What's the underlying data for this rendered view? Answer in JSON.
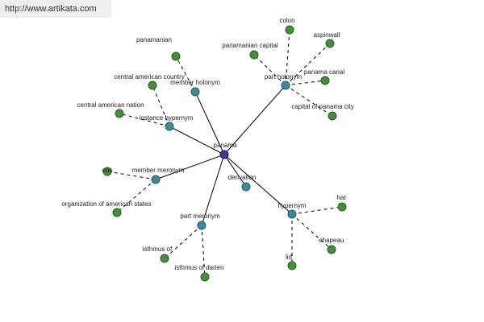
{
  "watermark": {
    "text": "http://www.artikata.com"
  },
  "graph": {
    "center": {
      "id": "panama",
      "label": "panama"
    },
    "relations": [
      {
        "id": "member-holonym",
        "label": "member holonym"
      },
      {
        "id": "part-holonym",
        "label": "part holonym"
      },
      {
        "id": "instance-hypernym",
        "label": "instance hypernym"
      },
      {
        "id": "member-meronym",
        "label": "member meronym"
      },
      {
        "id": "derivation",
        "label": "derivation"
      },
      {
        "id": "part-meronym",
        "label": "part meronym"
      },
      {
        "id": "hypernym",
        "label": "hypernym"
      }
    ],
    "leaves": [
      {
        "id": "panamanian",
        "label": "panamanian",
        "relation": "member-holonym"
      },
      {
        "id": "central-american-country",
        "label": "central american country",
        "relation": "instance-hypernym"
      },
      {
        "id": "central-american-nation",
        "label": "central american nation",
        "relation": "instance-hypernym"
      },
      {
        "id": "colon",
        "label": "colon",
        "relation": "part-holonym"
      },
      {
        "id": "aspinwall",
        "label": "aspinwall",
        "relation": "part-holonym"
      },
      {
        "id": "panamanian-capital",
        "label": "panamanian capital",
        "relation": "part-holonym"
      },
      {
        "id": "panama-canal",
        "label": "panama canal",
        "relation": "part-holonym"
      },
      {
        "id": "capital-of-panama-city",
        "label": "capital of panama city",
        "relation": "part-holonym"
      },
      {
        "id": "oas",
        "label": "oas",
        "relation": "member-meronym"
      },
      {
        "id": "organization-of-american-states",
        "label": "organization of american states",
        "relation": "member-meronym"
      },
      {
        "id": "hat",
        "label": "hat",
        "relation": "hypernym"
      },
      {
        "id": "chapeau",
        "label": "chapeau",
        "relation": "hypernym"
      },
      {
        "id": "lid",
        "label": "lid",
        "relation": "hypernym"
      },
      {
        "id": "isthmus-of",
        "label": "isthmus of",
        "relation": "part-meronym"
      },
      {
        "id": "isthmus-of-darien",
        "label": "isthmus of darien",
        "relation": "part-meronym"
      }
    ]
  },
  "colors": {
    "center_node": "#3a3a9a",
    "relation_node": "#3f8a96",
    "leaf_node": "#4a8c3e",
    "edge": "#000000",
    "watermark_bg": "#eeeeee"
  }
}
